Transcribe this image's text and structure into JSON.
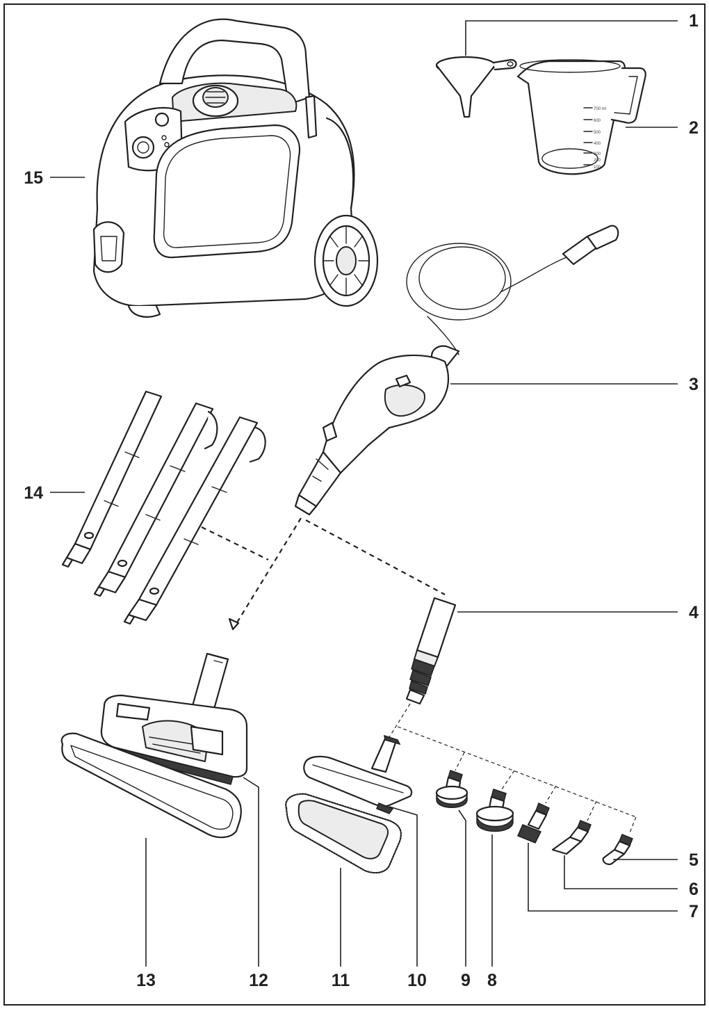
{
  "callouts": {
    "c1": "1",
    "c2": "2",
    "c3": "3",
    "c4": "4",
    "c5": "5",
    "c6": "6",
    "c7": "7",
    "c8": "8",
    "c9": "9",
    "c10": "10",
    "c11": "11",
    "c12": "12",
    "c13": "13",
    "c14": "14",
    "c15": "15"
  },
  "jug_scale": [
    "700 ml",
    "600",
    "500",
    "400",
    "300",
    "200",
    "100"
  ],
  "colors": {
    "ink": "#231f20",
    "paper": "#ffffff",
    "fill": "#ececec"
  }
}
